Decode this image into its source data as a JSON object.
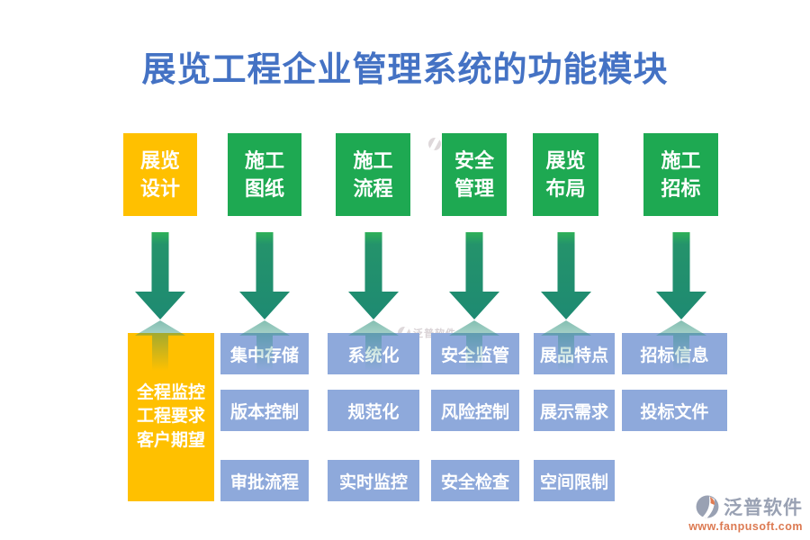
{
  "title": "展览工程企业管理系统的功能模块",
  "modules": [
    {
      "line1": "展览",
      "line2": "设计"
    },
    {
      "line1": "施工",
      "line2": "图纸"
    },
    {
      "line1": "施工",
      "line2": "流程"
    },
    {
      "line1": "安全",
      "line2": "管理"
    },
    {
      "line1": "展览",
      "line2": "布局"
    },
    {
      "line1": "施工",
      "line2": "招标"
    }
  ],
  "left_panel": {
    "line1": "全程监控",
    "line2": "工程要求",
    "line3": "客户期望"
  },
  "items": {
    "col2": [
      "集中存储",
      "版本控制",
      "审批流程"
    ],
    "col3": [
      "系统化",
      "规范化",
      "实时监控"
    ],
    "col4": [
      "安全监管",
      "风险控制",
      "安全检查"
    ],
    "col5": [
      "展品特点",
      "展示需求",
      "空间限制"
    ],
    "col6": [
      "招标信息",
      "投标文件"
    ]
  },
  "watermark": {
    "text": "泛普软件"
  },
  "footer": {
    "brand": "泛普软件",
    "website": "www.fanpusoft.com"
  },
  "colors": {
    "title_blue": "#4472C4",
    "module_green": "#1EA952",
    "highlight_yellow": "#FFC000",
    "arrow_teal": "#1E8A72",
    "item_blue": "#8EA9DB",
    "brand_gray": "#99A1B3",
    "site_orange": "#DC7A52"
  }
}
